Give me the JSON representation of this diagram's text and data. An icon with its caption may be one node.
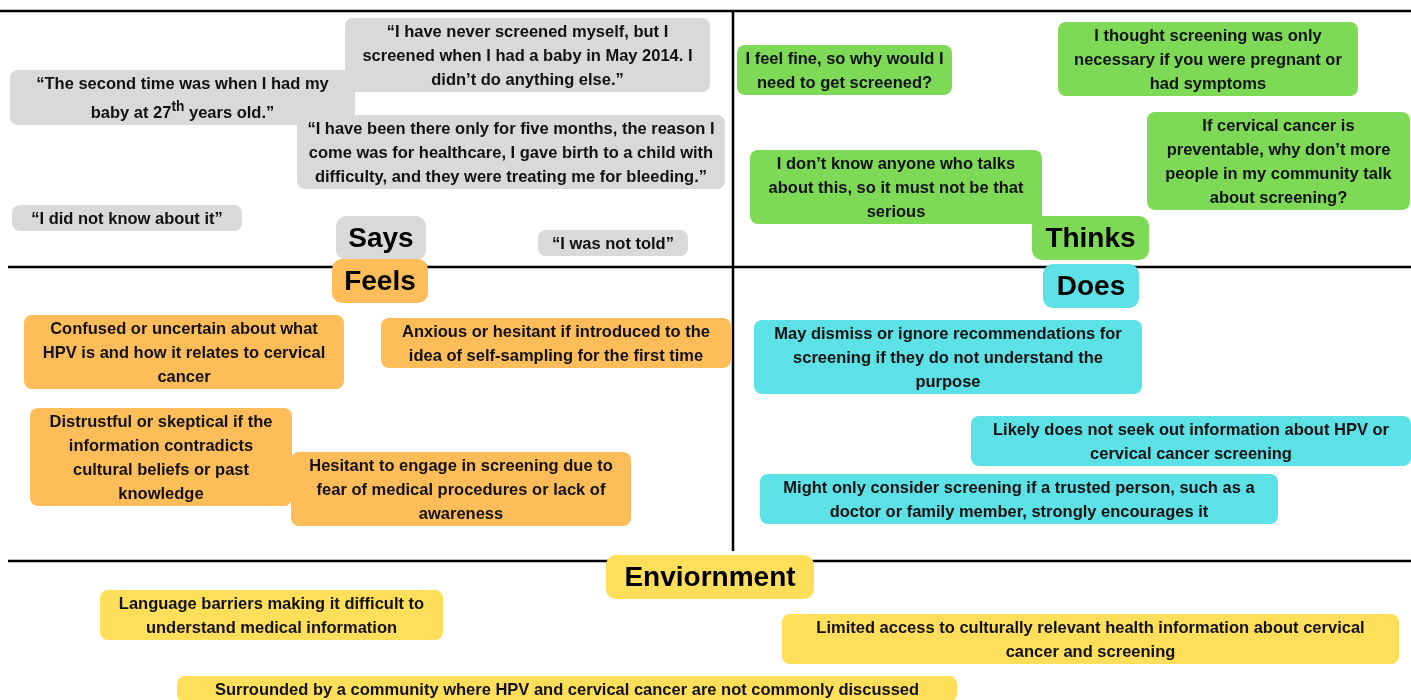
{
  "diagram": {
    "nodes": [
      {
        "text": [
          "“I have never screened myself, but I screened when I had a baby in May 2014. I didn’t do anything else.”"
        ]
      },
      {
        "text": [
          "“The second time was when I had my baby at 27$^{th}$ years old.”"
        ]
      },
      {
        "text": [
          "“I have been there only for five months, the reason I come was for healthcare, I gave birth to a child with difficulty, and they were treating me for bleeding.”"
        ]
      },
      {
        "text": [
          "“I did not know about it”"
        ]
      },
      {
        "text": [
          "Says"
        ]
      },
      {
        "text": [
          "“I was not told”"
        ]
      },
      {
        "text": [
          "I feel fine, so why would I need to get screened?"
        ]
      },
      {
        "text": [
          "I thought screening was only necessary if you were pregnant or had symptoms"
        ]
      },
      {
        "text": [
          "I don’t know anyone who talks about this, so it must not be that serious"
        ]
      },
      {
        "text": [
          "If cervical cancer is preventable, why don’t more people in my community talk about screening?"
        ]
      },
      {
        "text": [
          "Thinks"
        ]
      },
      {
        "text": [
          "Feels"
        ]
      },
      {
        "text": [
          "Confused or uncertain about what HPV is and how it relates to cervical cancer"
        ]
      },
      {
        "text": [
          "Anxious or hesitant if introduced to the idea of self-sampling for the first time"
        ]
      },
      {
        "text": [
          "Distrustful or skeptical if the information contradicts cultural beliefs or past knowledge"
        ]
      },
      {
        "text": [
          "Hesitant to engage in screening due to fear of medical procedures or lack of awareness"
        ]
      },
      {
        "text": [
          "Does"
        ]
      },
      {
        "text": [
          "May dismiss or ignore recommendations for screening if they do not understand the purpose"
        ]
      },
      {
        "text": [
          "Likely does not seek out information about HPV or cervical cancer screening"
        ]
      },
      {
        "text": [
          "Might only consider screening if a trusted person, such as a doctor or family member, strongly encourages it"
        ]
      },
      {
        "text": [
          "Enviornment"
        ]
      },
      {
        "text": [
          "Language barriers making it difficult to understand medical information"
        ]
      },
      {
        "text": [
          "Limited access to culturally relevant health information about cervical cancer and screening"
        ]
      },
      {
        "text": [
          "Surrounded by a community where HPV and cervical cancer are not commonly discussed"
        ]
      }
    ]
  }
}
